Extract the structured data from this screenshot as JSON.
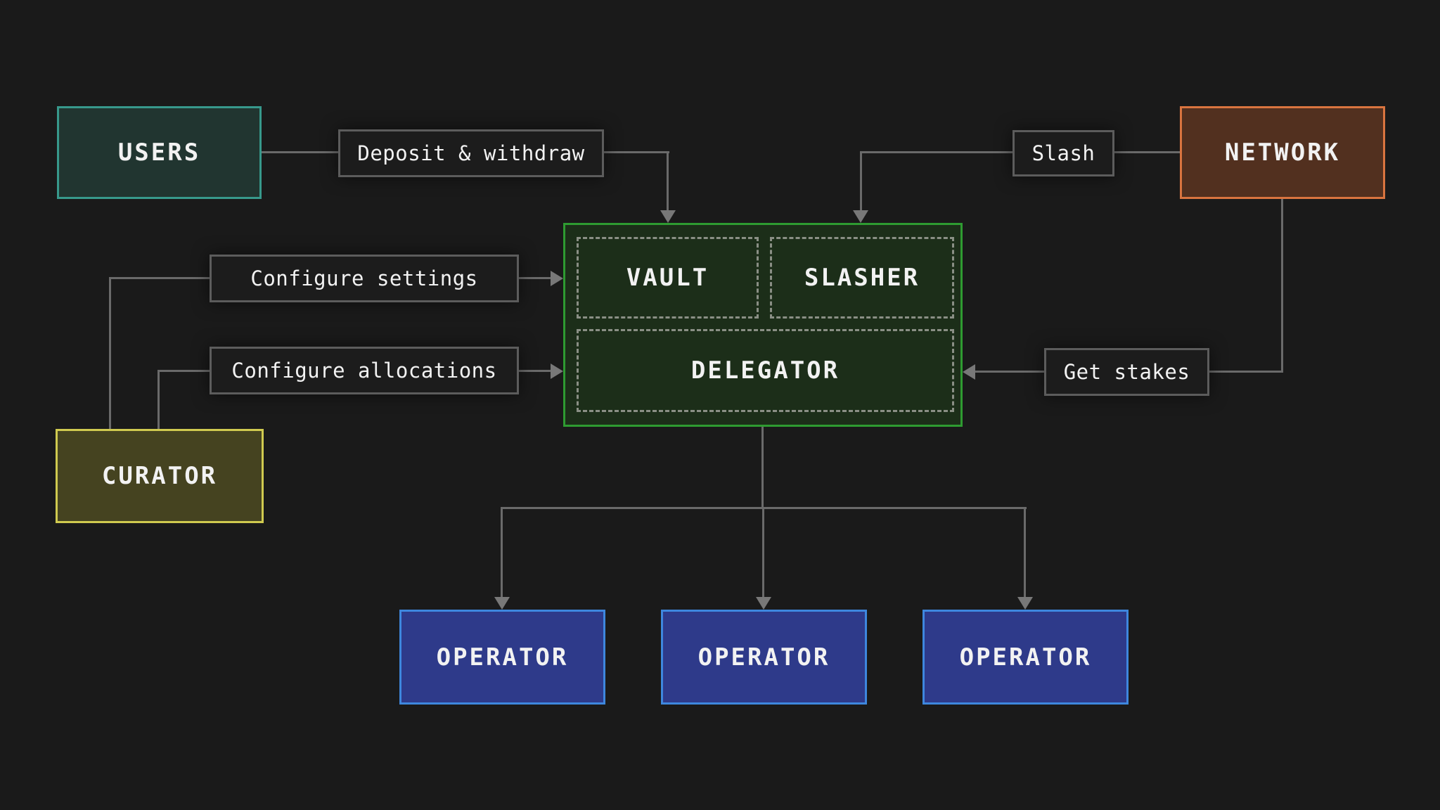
{
  "diagram": {
    "nodes": {
      "users": "USERS",
      "network": "NETWORK",
      "curator": "CURATOR",
      "vault": "VAULT",
      "slasher": "SLASHER",
      "delegator": "DELEGATOR"
    },
    "operators": [
      "OPERATOR",
      "OPERATOR",
      "OPERATOR"
    ],
    "edge_labels": {
      "deposit_withdraw": "Deposit & withdraw",
      "slash": "Slash",
      "configure_settings": "Configure settings",
      "configure_allocations": "Configure allocations",
      "get_stakes": "Get stakes"
    },
    "edges": [
      {
        "from": "users",
        "to": "vault",
        "label": "Deposit & withdraw"
      },
      {
        "from": "network",
        "to": "slasher",
        "label": "Slash"
      },
      {
        "from": "network",
        "to": "delegator",
        "label": "Get stakes"
      },
      {
        "from": "curator",
        "to": "vault",
        "label": "Configure settings"
      },
      {
        "from": "curator",
        "to": "delegator",
        "label": "Configure allocations"
      },
      {
        "from": "delegator",
        "to": "operator-1"
      },
      {
        "from": "delegator",
        "to": "operator-2"
      },
      {
        "from": "delegator",
        "to": "operator-3"
      }
    ],
    "colors": {
      "background": "#1a1a1a",
      "line": "#6a6a6a",
      "arrow": "#787878",
      "text": "#f2f2f2",
      "label_box_border": "#5c5c5c",
      "label_box_fill": "#1c1c1c",
      "users_border": "#37998c",
      "users_fill": "#213530",
      "network_border": "#d9743f",
      "network_fill": "#52301f",
      "curator_border": "#d0ca4f",
      "curator_fill": "#454320",
      "vault_border": "#2e9b31",
      "vault_fill": "#1c2e19",
      "dashed_border": "#8a8f85",
      "operator_border": "#3e87de",
      "operator_fill": "#2e3a8a"
    }
  }
}
